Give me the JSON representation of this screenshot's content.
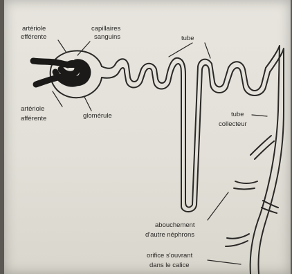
{
  "labels": {
    "arteriole_efferente_1": "artériole",
    "arteriole_efferente_2": "efférente",
    "capillaires_1": "capillaires",
    "capillaires_2": "sanguins",
    "tube": "tube",
    "arteriole_afferente_1": "artériole",
    "arteriole_afferente_2": "afférente",
    "glomerule": "glomérule",
    "tube_collecteur_1": "tube",
    "tube_collecteur_2": "collecteur",
    "abouchement_1": "abouchement",
    "abouchement_2": "d'autre néphrons",
    "orifice_1": "orifice s'ouvrant",
    "orifice_2": "dans le calice"
  }
}
